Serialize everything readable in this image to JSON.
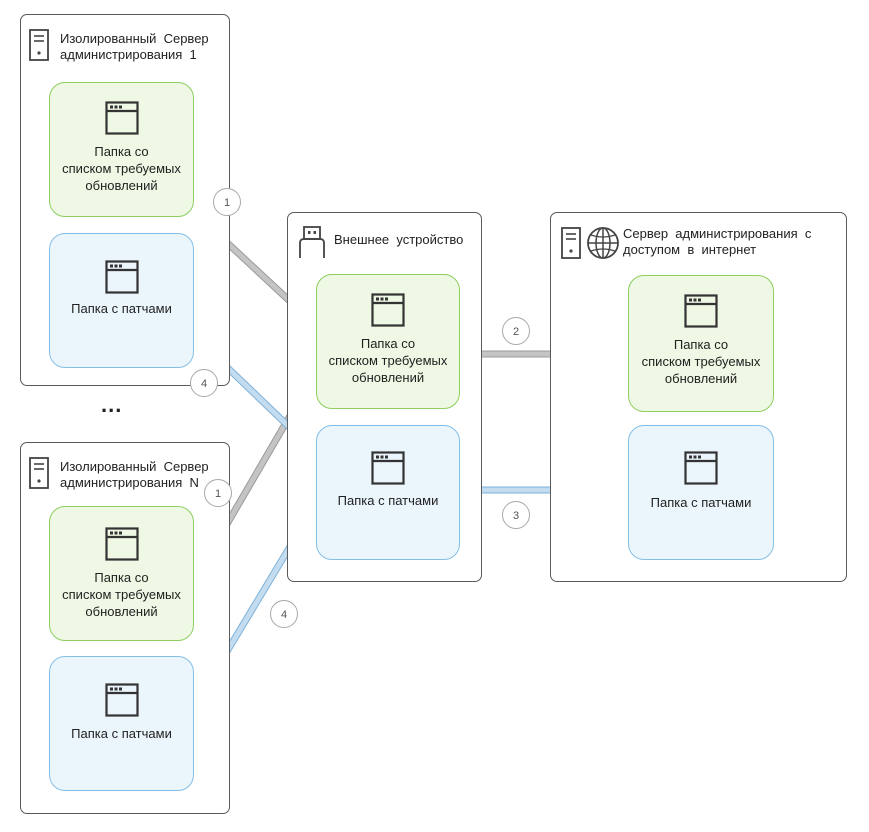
{
  "isolated_server_1": {
    "title": "Изолированный  Сервер\nадминистрирования  1",
    "updates_folder": "Папка со\nсписком требуемых\nобновлений",
    "patches_folder": "Папка  с  патчами"
  },
  "ellipsis": "...",
  "isolated_server_n": {
    "title": "Изолированный  Сервер\nадминистрирования  N",
    "updates_folder": "Папка со\nсписком требуемых\nобновлений",
    "patches_folder": "Папка  с  патчами"
  },
  "external_device": {
    "title": "Внешнее  устройство",
    "updates_folder": "Папка со\nсписком требуемых\nобновлений",
    "patches_folder": "Папка  с  патчами"
  },
  "internet_server": {
    "title": "Сервер  администрирования  с\nдоступом  в  интернет",
    "updates_folder": "Папка со\nсписком требуемых\nобновлений",
    "patches_folder": "Папка  с  патчами"
  },
  "steps": {
    "s1a": "1",
    "s1b": "1",
    "s2": "2",
    "s3": "3",
    "s4a": "4",
    "s4b": "4"
  },
  "colors": {
    "gray_arrow": "#c4c4c4",
    "blue_arrow": "#c3dcef",
    "green_border": "#8ccf5e",
    "blue_border": "#86bfe6"
  }
}
